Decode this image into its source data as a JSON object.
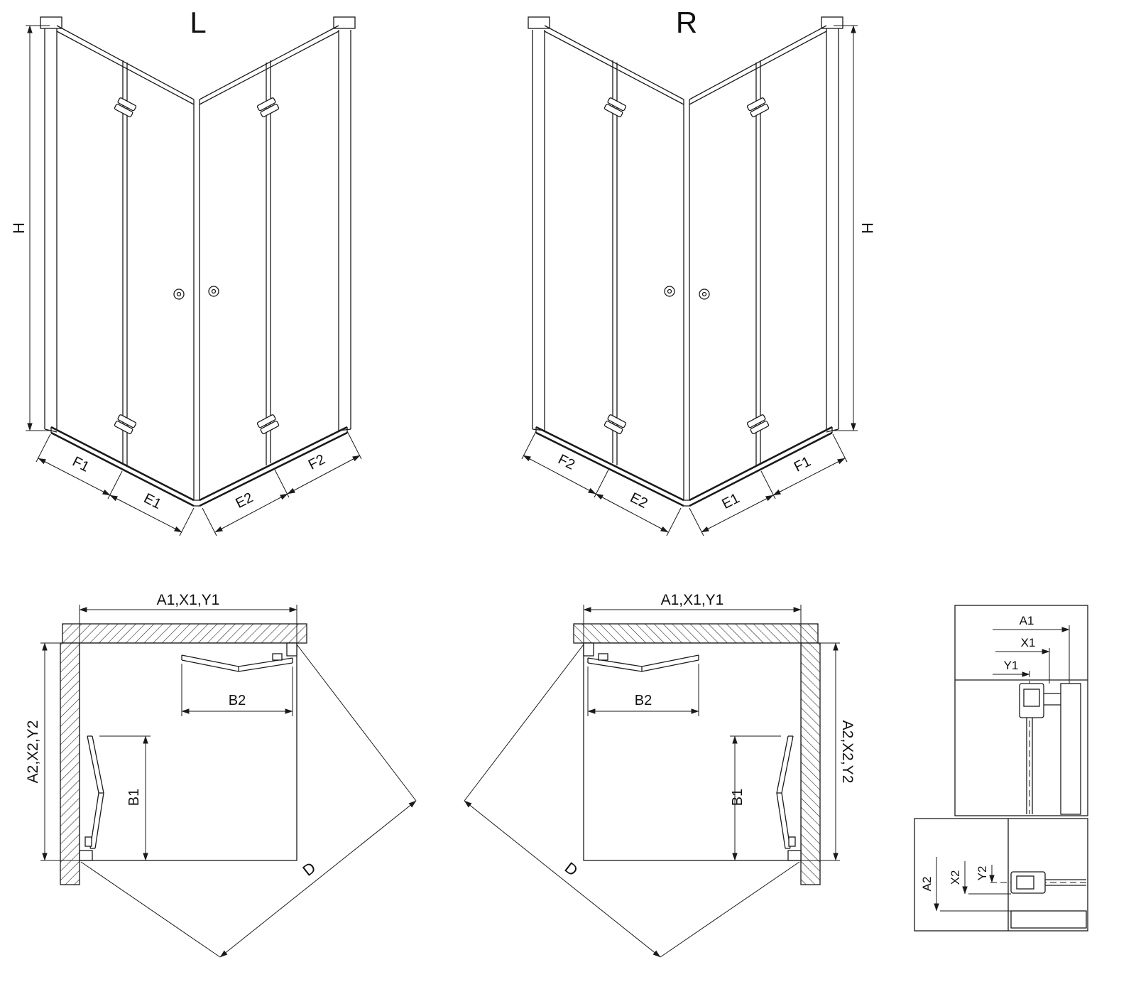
{
  "colors": {
    "line": "#1a1a1a",
    "background": "#ffffff"
  },
  "views": {
    "left": {
      "title": "L",
      "height": "H",
      "f1": "F1",
      "e1": "E1",
      "e2": "E2",
      "f2": "F2"
    },
    "right": {
      "title": "R",
      "height": "H",
      "f2": "F2",
      "e2": "E2",
      "e1": "E1",
      "f1": "F1"
    }
  },
  "plans": {
    "left": {
      "top": "A1,X1,Y1",
      "side": "A2,X2,Y2",
      "b2": "B2",
      "b1": "B1",
      "d": "D"
    },
    "right": {
      "top": "A1,X1,Y1",
      "side": "A2,X2,Y2",
      "b2": "B2",
      "b1": "B1",
      "d": "D"
    }
  },
  "details": {
    "top": {
      "a1": "A1",
      "x1": "X1",
      "y1": "Y1"
    },
    "bottom": {
      "a2": "A2",
      "x2": "X2",
      "y2": "Y2"
    }
  }
}
